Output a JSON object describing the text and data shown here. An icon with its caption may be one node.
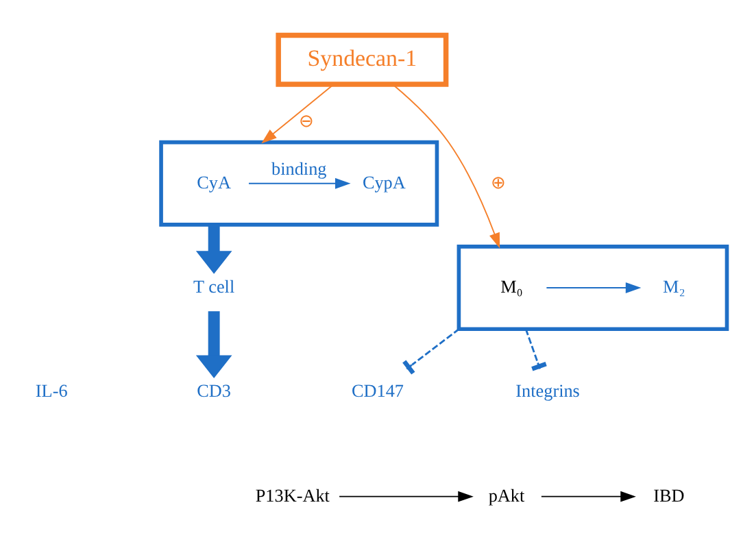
{
  "diagram": {
    "nodes": [
      {
        "text": [
          "Syndecan-1"
        ]
      },
      {
        "text": [],
        "shape": "box"
      },
      {
        "text": [
          "CyA"
        ],
        "in": 1
      },
      {
        "text": [
          "CypA"
        ],
        "in": 1
      },
      {
        "text": [],
        "shape": "box"
      },
      {
        "text": [
          "M₀"
        ],
        "in": 4
      },
      {
        "text": [
          "M₂"
        ],
        "in": 4
      },
      {
        "text": [
          "T cell"
        ]
      },
      {
        "text": [
          "IL-6"
        ]
      },
      {
        "text": [
          "CD3"
        ]
      },
      {
        "text": [
          "CD147"
        ]
      },
      {
        "text": [
          "P13K-Akt"
        ]
      },
      {
        "text": [
          "pAkt"
        ]
      },
      {
        "text": [
          "Integrins"
        ]
      },
      {
        "text": [
          "IBD"
        ]
      }
    ],
    "edges": [
      {
        "from": 0,
        "to": 1,
        "arrow": "to",
        "label": "⊖",
        "color": "#f57f2a"
      },
      {
        "from": 0,
        "to": 4,
        "arrow": "to",
        "label": "⊕",
        "color": "#f57f2a"
      },
      {
        "from": 2,
        "to": 3,
        "arrow": "to",
        "label": "binding"
      },
      {
        "from": 5,
        "to": 6,
        "arrow": "to"
      },
      {
        "from": 1,
        "to": 7,
        "arrow": "to",
        "style": "thick"
      },
      {
        "from": 7,
        "to": 9,
        "arrow": "to",
        "style": "thick"
      },
      {
        "from": 4,
        "to": 10,
        "arrow": "other",
        "style": "dashed"
      },
      {
        "from": 4,
        "to": 13,
        "arrow": "other",
        "style": "dashed"
      },
      {
        "from": 11,
        "to": 12,
        "arrow": "to",
        "color": "#000000"
      },
      {
        "from": 12,
        "to": 14,
        "arrow": "to",
        "color": "#000000"
      }
    ]
  }
}
